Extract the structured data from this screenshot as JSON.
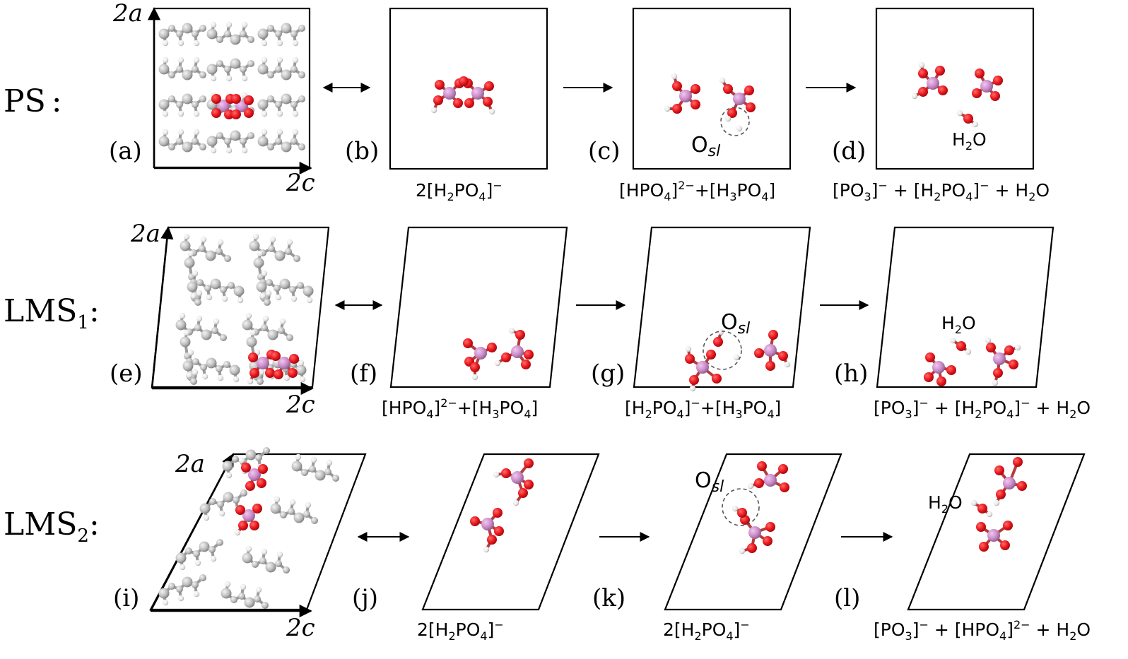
{
  "rows": [
    {
      "label": "PS",
      "sub": "",
      "colon": ":"
    },
    {
      "label": "LMS",
      "sub": "1",
      "colon": ":"
    },
    {
      "label": "LMS",
      "sub": "2",
      "colon": ":"
    }
  ],
  "panel_labels": [
    "(a)",
    "(b)",
    "(c)",
    "(d)",
    "(e)",
    "(f)",
    "(g)",
    "(h)",
    "(i)",
    "(j)",
    "(k)",
    "(l)"
  ],
  "axes": {
    "a": "2a",
    "c": "2c"
  },
  "captions": {
    "b": {
      "p1": "2[H",
      "s1": "2",
      "p2": "PO",
      "s2": "4",
      "p3": "]",
      "sup": "−",
      "p4": ""
    },
    "c": {
      "p1": "[HPO",
      "s1": "4",
      "p2": "]",
      "sup1": "2−",
      "p3": "+[H",
      "s2": "3",
      "p4": "PO",
      "s3": "4",
      "p5": "]"
    },
    "d": {
      "p1": "[PO",
      "s1": "3",
      "p2": "]",
      "sup1": "−",
      "p3": " + [H",
      "s2": "2",
      "p4": "PO",
      "s3": "4",
      "p5": "]",
      "sup2": "−",
      "p6": " + H",
      "s4": "2",
      "p7": "O"
    },
    "f": {
      "p1": "[HPO",
      "s1": "4",
      "p2": "]",
      "sup1": "2−",
      "p3": "+[H",
      "s2": "3",
      "p4": "PO",
      "s3": "4",
      "p5": "]"
    },
    "g": {
      "p1": "[H",
      "s1": "2",
      "p2": "PO",
      "s2": "4",
      "p3": "]",
      "sup1": "−",
      "p4": "+[H",
      "s3": "3",
      "p5": "PO",
      "s4": "4",
      "p6": "]"
    },
    "h": {
      "p1": "[PO",
      "s1": "3",
      "p2": "]",
      "sup1": "−",
      "p3": " + [H",
      "s2": "2",
      "p4": "PO",
      "s3": "4",
      "p5": "]",
      "sup2": "−",
      "p6": " + H",
      "s4": "2",
      "p7": "O"
    },
    "j": {
      "p1": "2[H",
      "s1": "2",
      "p2": "PO",
      "s2": "4",
      "p3": "]",
      "sup": "−",
      "p4": ""
    },
    "k": {
      "p1": "2[H",
      "s1": "2",
      "p2": "PO",
      "s2": "4",
      "p3": "]",
      "sup": "−",
      "p4": ""
    },
    "l": {
      "p1": "[PO",
      "s1": "3",
      "p2": "]",
      "sup1": "−",
      "p3": " + [HPO",
      "s2": "4",
      "p4": "]",
      "sup2": "2−",
      "p5": " + H",
      "s3": "2",
      "p6": "O"
    }
  },
  "water": {
    "p1": "H",
    "s": "2",
    "p2": "O"
  },
  "osl": {
    "p": "O",
    "s": "sl"
  },
  "colors": {
    "oxygen": "#e8151b",
    "phosphorus": "#c98ac8",
    "hydrogen": "#f2f2f2",
    "carbon": "#c4c4c4"
  }
}
